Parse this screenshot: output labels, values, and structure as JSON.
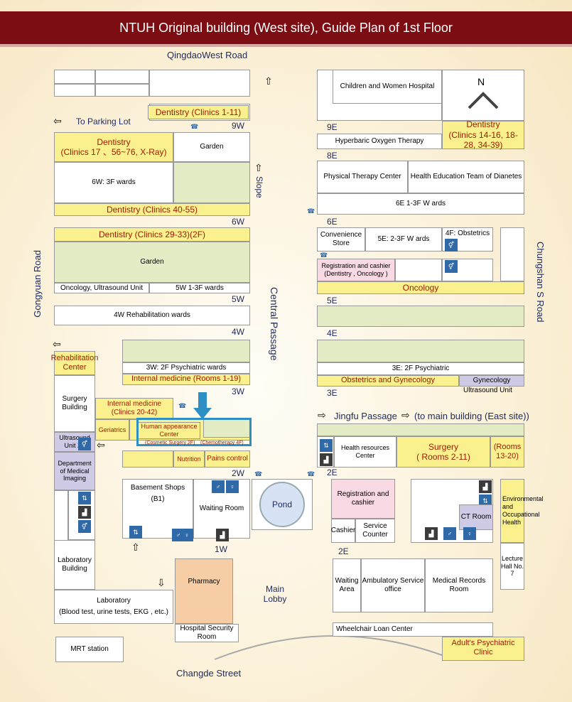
{
  "title": "NTUH Original building (West site), Guide Plan of 1st Floor",
  "roads": {
    "north": "QingdaoWest Road",
    "west": "Gongyuan Road",
    "east": "Chungshan S Road",
    "south": "Changde Street",
    "central": "Central Passage",
    "slope": "Slope",
    "jingfu": "Jingfu Passage",
    "to_main": "(to main building (East site))",
    "parking": "To Parking Lot",
    "main_lobby": "Main Lobby",
    "north_mark": "N"
  },
  "floors": {
    "w9": "9W",
    "w6": "6W",
    "w5": "5W",
    "w4": "4W",
    "w3": "3W",
    "w2": "2W",
    "w1": "1W",
    "e9": "9E",
    "e8": "8E",
    "e6": "6E",
    "e5": "5E",
    "e4": "4E",
    "e3": "3E",
    "e2": "2E",
    "e2b": "2E"
  },
  "west": {
    "dent_1_11": "Dentistry (Clinics 1-11)",
    "dent_17_title": "Dentistry",
    "dent_17_sub": "(Clinics 17 、56~76, X-Ray)",
    "garden1": "Garden",
    "w6_wards": "6W: 3F wards",
    "dent_40_55": "Dentistry (Clinics 40-55)",
    "dent_29_33": "Dentistry (Clinics 29-33)(2F)",
    "garden2": "Garden",
    "oncology_us": "Oncology, Ultrasound Unit",
    "w5_wards": "5W 1-3F wards",
    "w4_rehab": "4W Rehabilitation wards",
    "rehab_center": "Rehabilitation Center",
    "w3_psych": "3W: 2F Psychiatric wards",
    "internal_1_19": "Internal medicine (Rooms 1-19)",
    "surgery_bldg": "Surgery Building",
    "internal_20_42": "Internal medicine (Clinics 20-42)",
    "geriatrics": "Geriatrics",
    "human_appearance": "Human appearance Center",
    "cosmetic": "(Cosmetic Surgery 2F)",
    "chemo": "(Chemotherapy 4F)",
    "ultrasound_2f": "Ultrasound Unit 2F",
    "med_imaging": "Department of Medical Imaging",
    "nutrition": "Nutrition",
    "pains": "Pains control",
    "basement_shops": "Basement Shops",
    "b1": "(B1)",
    "waiting_room": "Waiting Room",
    "pond": "Pond",
    "lab_bldg": "Laboratory Building",
    "pharmacy": "Pharmacy",
    "lab": "Laboratory",
    "lab_sub": "(Blood test, urine tests, EKG , etc.)",
    "security": "Hospital Security Room",
    "mrt": "MRT station"
  },
  "east": {
    "children_women": "Children and Women Hospital",
    "hyperbaric": "Hyperbaric Oxygen Therapy",
    "dent_14_title": "Dentistry",
    "dent_14_sub": "(Clinics 14-16, 18-28, 34-39)",
    "physical": "Physical Therapy Center",
    "health_edu": "Health Education Team of Dianetes",
    "e6_wards": "6E 1-3F W   ards",
    "convenience": "Convenience Store",
    "e5_wards": "5E: 2-3F W   ards",
    "obstetrics_4f": "4F: Obstetrics",
    "reg_dent": "Registration and cashier",
    "reg_dent_sub": "(Dentistry , Oncology )",
    "oncology": "Oncology",
    "e3_psych": "3E: 2F Psychiatric",
    "obgyn": "Obstetrics and Gynecology",
    "gyn": "Gynecology",
    "us_unit": "Ultrasound Unit",
    "health_res": "Health resources Center",
    "surgery": "Surgery",
    "surgery_rooms": "( Rooms 2-11)",
    "rooms_13_20": "(Rooms 13-20)",
    "env_health": "Environmental and Occupational Health",
    "reg_cashier": "Registration and cashier",
    "cashier": "Cashier",
    "service_counter": "Service Counter",
    "ct_room": "CT  Room",
    "lecture": "Lecture Hall No.  7",
    "waiting_area": "Waiting Area",
    "ambulatory": "Ambulatory Service office",
    "med_records": "Medical Records Room",
    "wheelchair": "Wheelchair Loan Center",
    "adult_psych": "Adult's Psychiatric Clinic"
  },
  "colors": {
    "header": "#7b0d13",
    "green": "#e3ecc5",
    "yellow": "#fbf08e",
    "pink": "#f9d9e3",
    "orange": "#f7cda6",
    "lavender": "#cfcbe6",
    "highlight": "#2e8fc4"
  },
  "icons": [
    "up-arrow-icon",
    "left-arrow-icon",
    "right-arrow-icon",
    "down-arrow-icon",
    "phone-icon",
    "restroom-icon",
    "elevator-icon",
    "stairs-icon",
    "you-are-here-arrow-icon"
  ]
}
